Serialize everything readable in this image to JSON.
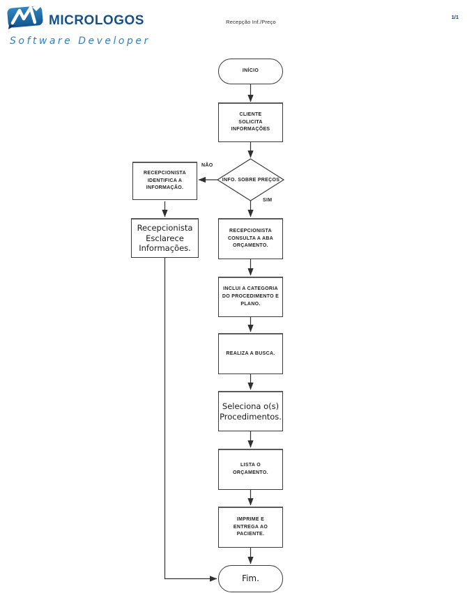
{
  "header": {
    "logo": {
      "title": "Micrologos",
      "subtitle": "Software Developer"
    },
    "doc_title": "Recepção Inf./Preço",
    "page_number": "1/1"
  },
  "colors": {
    "logo_dark_blue": "#15508c",
    "logo_light_blue": "#2e7fc1",
    "connector_line": "#303030",
    "node_border": "#3b3b3b",
    "node_text": "#1f1f1f",
    "background": "#ffffff"
  },
  "flowchart": {
    "start": "INÍCIO",
    "client_request": "CLIENTE SOLICITA INFORMAÇÕES",
    "decision": "INFO. SOBRE PREÇOS",
    "decision_no": "NÃO",
    "decision_yes": "SIM",
    "identify": "RECEPCIONISTA IDENTIFICA A INFORMAÇÃO.",
    "clarify": "Recepcionista Esclarece Informações.",
    "consult": "RECEPCIONISTA CONSULTA A ABA ORÇAMENTO.",
    "include_category": "INCLUI A CATEGORIA DO PROCEDIMENTO E PLANO.",
    "search": "REALIZA A BUSCA.",
    "select": "Seleciona o(s) Procedimentos.",
    "list_budget": "LISTA O ORÇAMENTO.",
    "print_deliver": "IMPRIME E ENTREGA AO PACIENTE.",
    "end": "Fim."
  }
}
